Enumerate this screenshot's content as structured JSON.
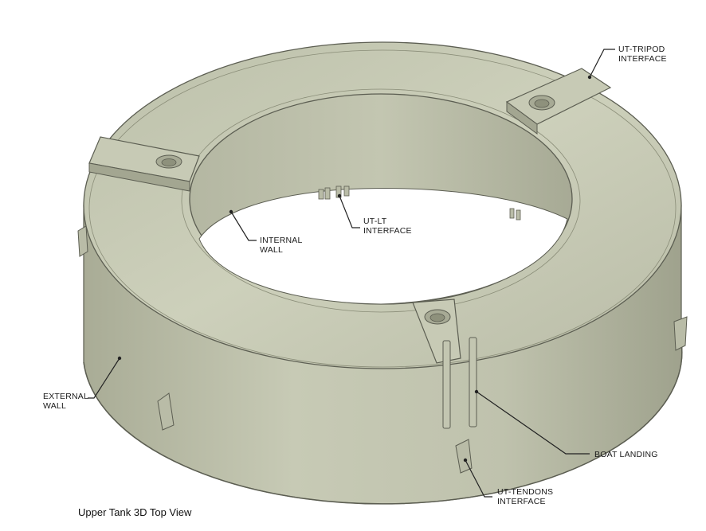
{
  "caption": "Upper Tank 3D Top View",
  "colors": {
    "concrete_light": "#c9ccb8",
    "concrete_mid": "#b2b59f",
    "concrete_dark": "#8e917c",
    "edge": "#5c5e52",
    "leader": "#222222"
  },
  "labels": {
    "ut_tripod": [
      "UT-TRIPOD",
      "INTERFACE"
    ],
    "ut_lt": [
      "UT-LT",
      "INTERFACE"
    ],
    "internal_wall": [
      "INTERNAL",
      "WALL"
    ],
    "external_wall": [
      "EXTERNAL",
      "WALL"
    ],
    "boat_landing": [
      "BOAT LANDING"
    ],
    "ut_tendons": [
      "UT-TENDONS",
      "INTERFACE"
    ]
  }
}
